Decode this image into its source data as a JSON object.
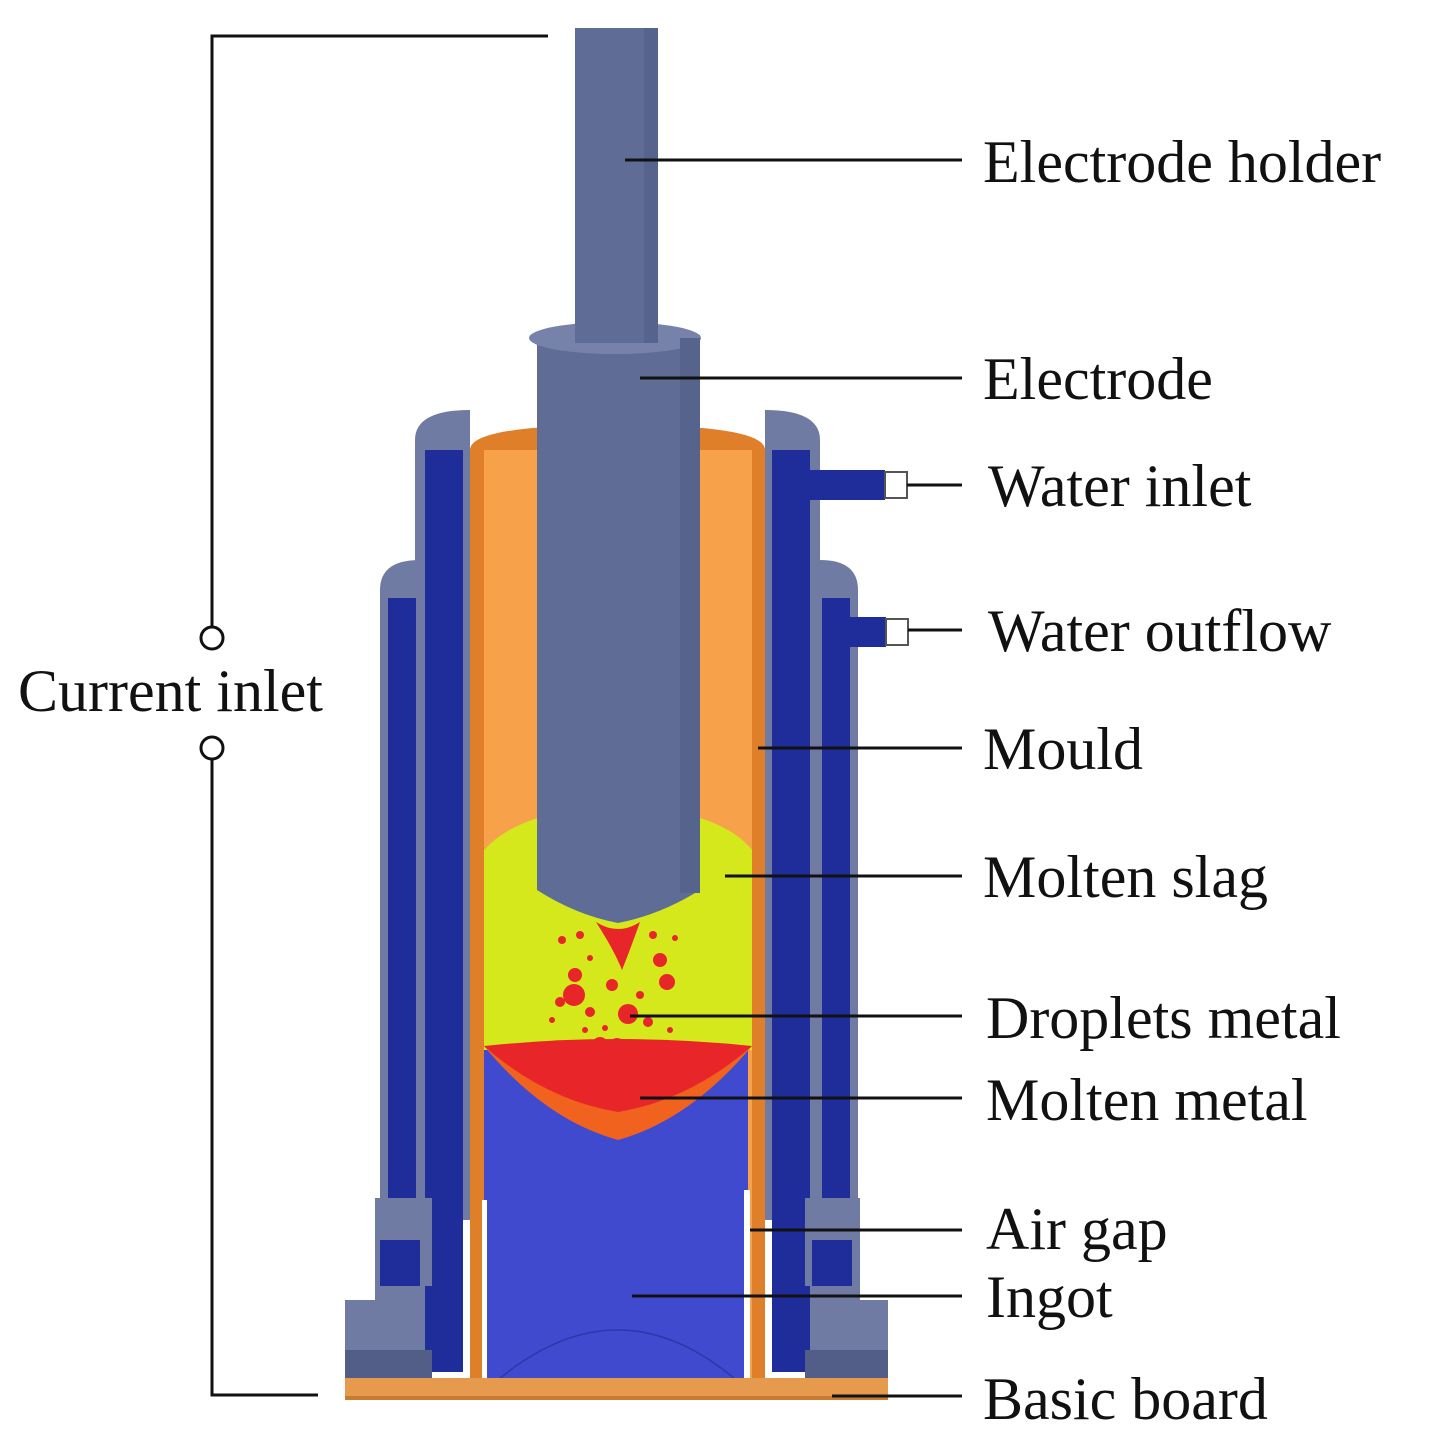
{
  "labels": {
    "electrode_holder": "Electrode holder",
    "electrode": "Electrode",
    "water_inlet": "Water inlet",
    "water_outflow": "Water outflow",
    "mould": "Mould",
    "molten_slag": "Molten slag",
    "droplets_metal": "Droplets metal",
    "molten_metal": "Molten metal",
    "air_gap": "Air gap",
    "ingot": "Ingot",
    "basic_board": "Basic board",
    "current_inlet": "Current inlet"
  },
  "colors": {
    "electrode": "#5f6d96",
    "electrode_top": "#7682aa",
    "jacket_shell": "#6f7ba3",
    "jacket_water": "#1e2d9a",
    "mould": "#f7a24b",
    "mould_dark": "#e07f2a",
    "slag": "#d4e81c",
    "droplets": "#e8262a",
    "molten_metal": "#e8262a",
    "ingot": "#3f4acf",
    "base_board": "#e69a4e"
  }
}
